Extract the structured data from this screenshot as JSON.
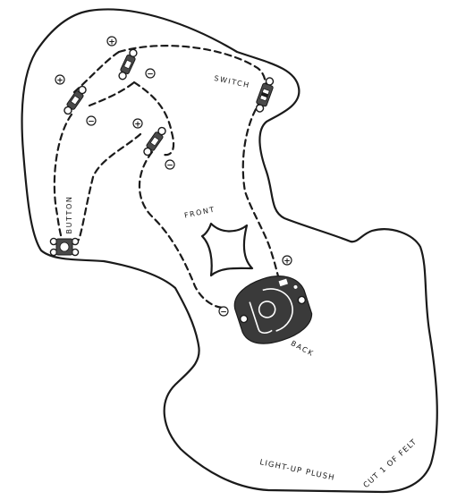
{
  "labels": {
    "switch": "SWITCH",
    "front": "FRONT",
    "button": "BUTTON",
    "back": "BACK",
    "light_up_plush": "LIGHT-UP PLUSH",
    "cut_one_of_felt": "CUT 1 OF FELT"
  },
  "polarity": {
    "plus": "+",
    "minus": "−"
  },
  "components": [
    {
      "id": "led-1",
      "kind": "led",
      "icon": "led-icon"
    },
    {
      "id": "led-2",
      "kind": "led",
      "icon": "led-icon"
    },
    {
      "id": "led-3",
      "kind": "led",
      "icon": "led-icon"
    },
    {
      "id": "switch",
      "kind": "switch",
      "icon": "slide-switch-icon"
    },
    {
      "id": "button",
      "kind": "button",
      "icon": "push-button-icon"
    },
    {
      "id": "battery-holder",
      "kind": "battery-holder",
      "icon": "coin-cell-holder-icon"
    }
  ],
  "colors": {
    "line": "#1a1a1a",
    "component_fill": "#3a3a3a",
    "background": "#ffffff"
  }
}
